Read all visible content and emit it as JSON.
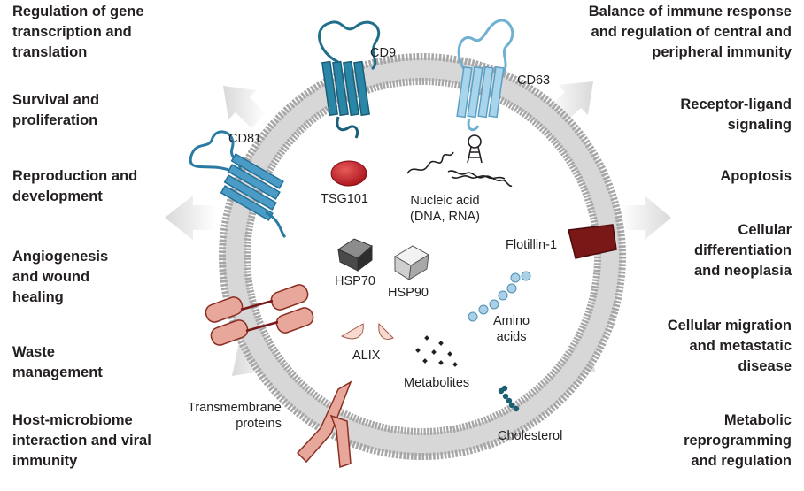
{
  "left_functions": [
    "Regulation of gene\ntranscription and\ntranslation",
    "Survival and\nproliferation",
    "Reproduction and\ndevelopment",
    "Angiogenesis\nand wound\nhealing",
    "Waste\nmanagement",
    "Host-microbiome\ninteraction and viral\nimmunity"
  ],
  "right_functions": [
    "Balance of immune response\nand regulation of central and\nperipheral immunity",
    "Receptor-ligand\nsignaling",
    "Apoptosis",
    "Cellular\ndifferentiation\nand neoplasia",
    "Cellular migration\nand metastatic\ndisease",
    "Metabolic\nreprogramming\nand regulation"
  ],
  "components": {
    "cd9": "CD9",
    "cd63": "CD63",
    "cd81": "CD81",
    "tsg101": "TSG101",
    "nucleic_acid": "Nucleic acid\n(DNA, RNA)",
    "flotillin": "Flotillin-1",
    "hsp70": "HSP70",
    "hsp90": "HSP90",
    "amino_acids": "Amino\nacids",
    "alix": "ALIX",
    "metabolites": "Metabolites",
    "transmembrane": "Transmembrane\nproteins",
    "cholesterol": "Cholesterol"
  },
  "colors": {
    "membrane": "#b5b5b5",
    "cd9": "#1f6f8b",
    "cd63": "#8ec6e3",
    "cd81": "#2f7fa7",
    "tsg101": "#c41e24",
    "flotillin": "#7a1717",
    "transmembrane": "#e8a79b",
    "arrow": "#e2e2e2"
  }
}
